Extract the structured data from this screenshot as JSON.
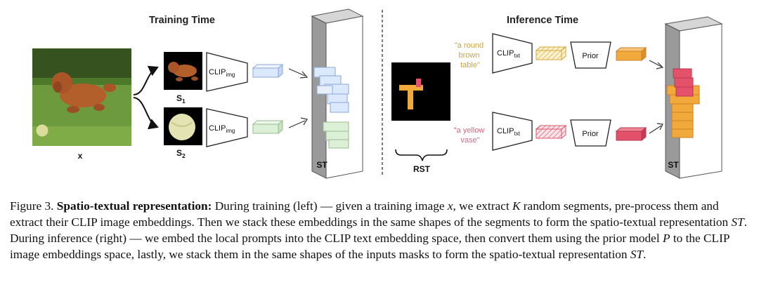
{
  "figure": {
    "left_title": "Training Time",
    "right_title": "Inference Time",
    "x_label": "x",
    "seg1_label": "S",
    "seg1_sub": "1",
    "seg2_label": "S",
    "seg2_sub": "2",
    "clip_img_base": "CLIP",
    "clip_img_sub": "img",
    "clip_txt_base": "CLIP",
    "clip_txt_sub": "txt",
    "prior_label": "Prior",
    "st_label": "ST",
    "rst_label": "RST",
    "prompt1_lines": [
      "\"a round",
      "brown",
      "table\""
    ],
    "prompt2_lines": [
      "\"a yellow",
      "vase\""
    ],
    "colors": {
      "blue_embed": "#dce8fb",
      "green_embed": "#dcefd7",
      "yellow_embed": "#f3dd95",
      "orange_embed": "#f2a93b",
      "pink_embed": "#e3526a",
      "prompt1_text": "#c9a437",
      "prompt2_text": "#d36a82"
    }
  },
  "caption": {
    "prefix": "Figure 3. ",
    "bold": "Spatio-textual representation:",
    "p1": " During training (left) — given a training image ",
    "m1": "x",
    "p2": ", we extract ",
    "m2": "K",
    "p3": " random segments, pre-process them and extract their CLIP image embeddings. Then we stack these embeddings in the same shapes of the segments to form the spatio-textual representation ",
    "m3": "ST",
    "p4": ". During inference (right) — we embed the local prompts into the CLIP text embedding space, then convert them using the prior model ",
    "m4": "P",
    "p5": " to the CLIP image embeddings space, lastly, we stack them in the same shapes of the inputs masks to form the spatio-textual representation ",
    "m5": "ST",
    "p6": "."
  }
}
